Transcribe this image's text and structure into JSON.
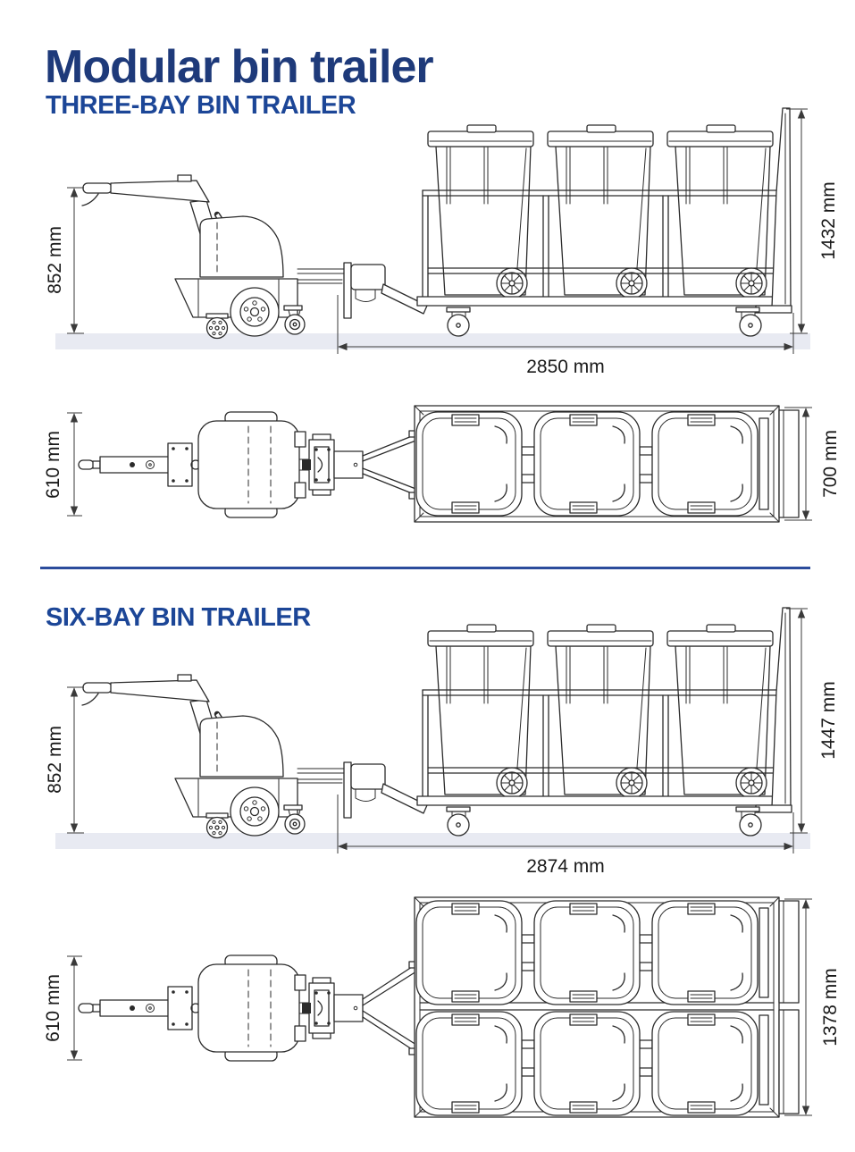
{
  "page": {
    "title": "Modular bin trailer"
  },
  "sections": [
    {
      "id": "three-bay",
      "heading": "THREE-BAY BIN TRAILER",
      "side_view": {
        "tug_height": "852 mm",
        "overall_height": "1432 mm",
        "trailer_length": "2850 mm"
      },
      "top_view": {
        "tug_width": "610 mm",
        "trailer_width": "700 mm"
      }
    },
    {
      "id": "six-bay",
      "heading": "SIX-BAY BIN TRAILER",
      "side_view": {
        "tug_height": "852 mm",
        "overall_height": "1447 mm",
        "trailer_length": "2874 mm"
      },
      "top_view": {
        "tug_width": "610 mm",
        "trailer_width": "1378 mm"
      }
    }
  ],
  "colors": {
    "title_color": "#1e3a7a",
    "heading_color": "#1c4697",
    "divider_color": "#2b4c9c",
    "line_color": "#2b2b2b",
    "dim_text_color": "#1a1a1a",
    "ground_color": "#e8eaf2"
  }
}
